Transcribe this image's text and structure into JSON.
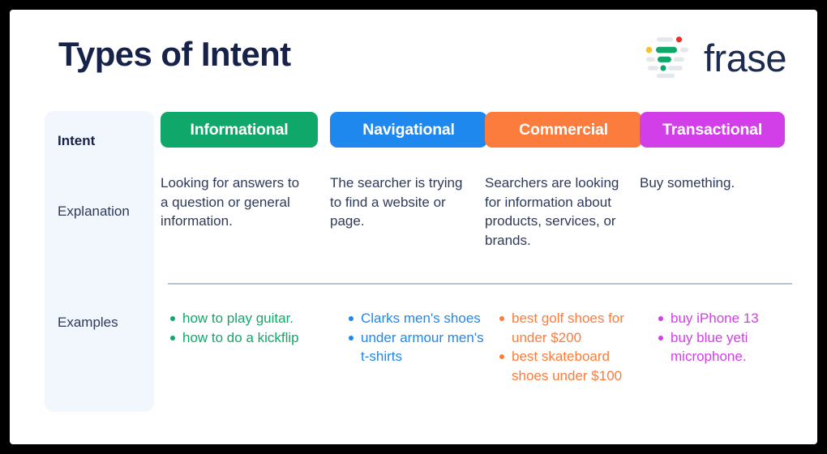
{
  "page": {
    "title": "Types of Intent",
    "frame_color": "#000000",
    "card_background": "#ffffff"
  },
  "brand": {
    "name": "frase",
    "mark_icon": "frase-logo-mark",
    "text_color": "#1b2a50",
    "mark_colors": {
      "grey": "#e4e7eb",
      "green": "#10a86a",
      "yellow": "#f6c324",
      "red": "#ef2e2e"
    }
  },
  "rail": {
    "heading": "Intent",
    "rows": [
      {
        "label": "Explanation"
      },
      {
        "label": "Examples"
      }
    ],
    "background": "#f2f7fd"
  },
  "divider": {
    "color": "#b9c2d4"
  },
  "columns": [
    {
      "badge_label": "Informational",
      "color": "#10a86a",
      "explanation": "Looking for answers to a question or general information.",
      "examples": [
        "how to play guitar.",
        "how to do a kickflip"
      ]
    },
    {
      "badge_label": "Navigational",
      "color": "#1e88ef",
      "explanation": "The searcher is trying to find a website or page.",
      "examples": [
        "Clarks men's shoes",
        "under armour men's t-shirts"
      ]
    },
    {
      "badge_label": "Commercial",
      "color": "#fb7c3c",
      "explanation": "Searchers are looking for information about products, services, or brands.",
      "examples": [
        "best golf shoes for under $200",
        "best skateboard shoes under $100"
      ]
    },
    {
      "badge_label": "Transactional",
      "color": "#d23ee8",
      "explanation": "Buy something.",
      "examples": [
        "buy iPhone 13",
        "buy blue yeti microphone."
      ]
    }
  ]
}
